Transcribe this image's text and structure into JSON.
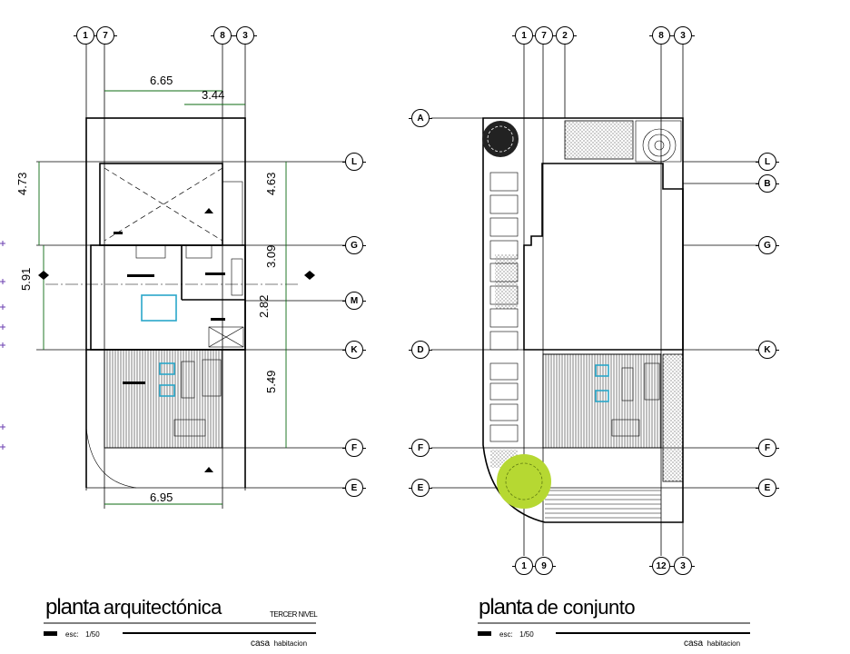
{
  "left_plan": {
    "title_bold": "planta",
    "title_light": "arquitectónica",
    "level": "TERCER NIVEL",
    "scale_label": "esc:",
    "scale_value": "1/50",
    "footer_bold": "casa",
    "footer_light": "habitacion",
    "axis_top": [
      "1",
      "7",
      "8",
      "3"
    ],
    "axis_right": [
      "L",
      "G",
      "M",
      "K",
      "F",
      "E"
    ],
    "dimensions": {
      "top_width": "6.65",
      "top_inner": "3.44",
      "left_upper": "4.73",
      "left_lower": "5.91",
      "right_1": "4.63",
      "right_2": "3.09",
      "right_3": "2.82",
      "right_4": "5.49",
      "bottom_width": "6.95"
    }
  },
  "right_plan": {
    "title_bold": "planta",
    "title_light": "de conjunto",
    "scale_label": "esc:",
    "scale_value": "1/50",
    "footer_bold": "casa",
    "footer_light": "habitacion",
    "axis_top": [
      "1",
      "7",
      "2",
      "8",
      "3"
    ],
    "axis_bottom": [
      "1",
      "9",
      "12",
      "3"
    ],
    "axis_left": [
      "A",
      "D",
      "F",
      "E"
    ],
    "axis_right": [
      "L",
      "B",
      "G",
      "K",
      "F",
      "E"
    ]
  },
  "colors": {
    "line": "#000000",
    "dimension": "#0c6b12",
    "furniture": "#2aa7c9",
    "tree_dark": "#222222",
    "tree_green": "#b6d832",
    "marks": "#6b3fb0"
  }
}
